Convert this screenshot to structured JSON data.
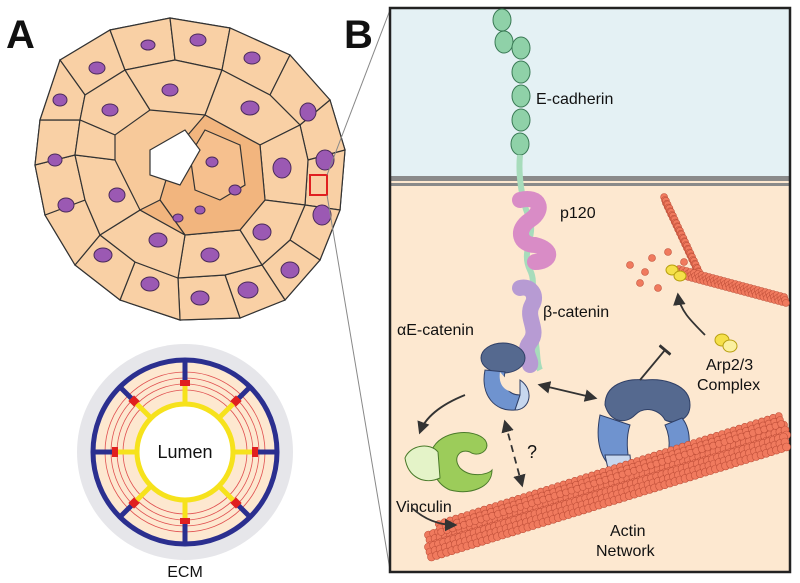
{
  "panels": {
    "a": "A",
    "b": "B"
  },
  "panel_a": {
    "lumen": "Lumen",
    "ecm": "ECM"
  },
  "panel_b": {
    "e_cadherin": "E-cadherin",
    "p120": "p120",
    "beta_catenin": "β-catenin",
    "alpha_e_catenin": "αE-catenin",
    "vinculin": "Vinculin",
    "question": "?",
    "actin_line1": "Actin",
    "actin_line2": "Network",
    "arp_line1": "Arp2/3",
    "arp_line2": "Complex"
  },
  "colors": {
    "cell_fill": "#f9d0a5",
    "nucleus": "#9b59b3",
    "extracellular": "#e4f1f4",
    "intracellular": "#fde8d0",
    "cadherin": "#8fd1a8",
    "p120": "#d98cc6",
    "beta_catenin": "#b79bd3",
    "alpha_catenin": "#6f93cf",
    "vinculin": "#9ccc5a",
    "actin": "#f07a5e",
    "arp": "#f5e04a",
    "ring_outer": "#2b2f8f",
    "ring_inner": "#f6e21c",
    "junction": "#e02020"
  }
}
